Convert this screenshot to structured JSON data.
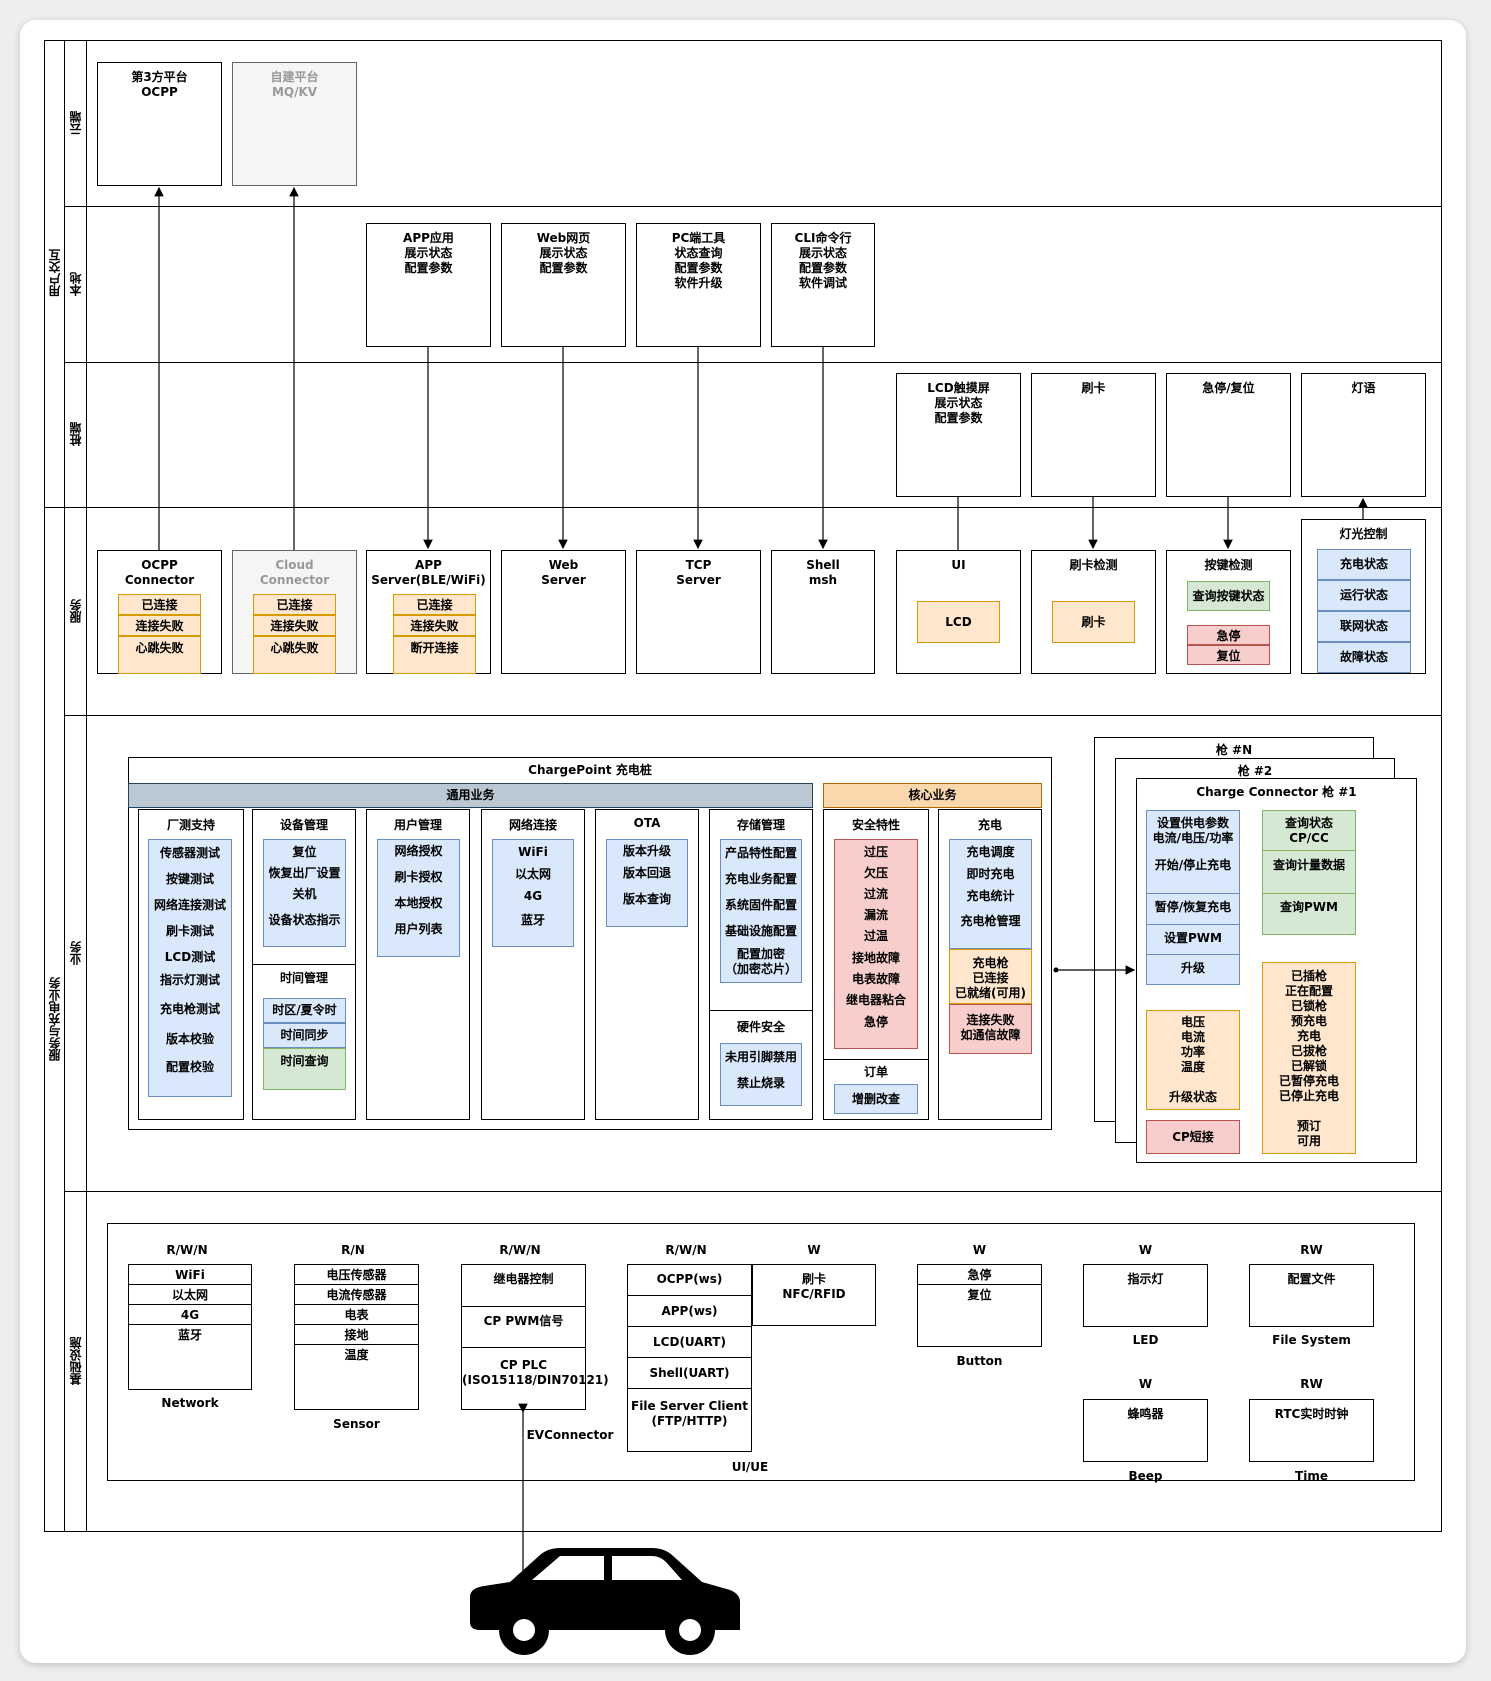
{
  "lanes": {
    "outer_top": "用户交互",
    "outer_bottom": "服务与充电业务",
    "cloud": "云端",
    "local": "本地",
    "pile": "桩端",
    "service": "服务",
    "business": "业务",
    "infra": "基础设施"
  },
  "cloud": {
    "ocpp": "第3方平台\nOCPP",
    "mqkv": "自建平台\nMQ/KV"
  },
  "local": {
    "app": "APP应用\n展示状态\n配置参数",
    "web": "Web网页\n展示状态\n配置参数",
    "pc": "PC端工具\n状态查询\n配置参数\n软件升级",
    "cli": "CLI命令行\n展示状态\n配置参数\n软件调试"
  },
  "pile": {
    "lcd": "LCD触摸屏\n展示状态\n配置参数",
    "card": "刷卡",
    "estop": "急停/复位",
    "light": "灯语"
  },
  "service": {
    "ocpp_conn": {
      "title": "OCPP\nConnector",
      "states": [
        "已连接",
        "连接失败",
        "心跳失败"
      ]
    },
    "cloud_conn": {
      "title": "Cloud\nConnector",
      "states": [
        "已连接",
        "连接失败",
        "心跳失败"
      ]
    },
    "app_server": {
      "title": "APP\nServer(BLE/WiFi)",
      "states": [
        "已连接",
        "连接失败",
        "断开连接"
      ]
    },
    "web_server": "Web\nServer",
    "tcp_server": "TCP\nServer",
    "shell": "Shell\nmsh",
    "ui": {
      "title": "UI",
      "item": "LCD"
    },
    "card_detect": {
      "title": "刷卡检测",
      "item": "刷卡"
    },
    "key_detect": {
      "title": "按键检测",
      "query": "查询按键状态",
      "items": [
        "急停",
        "复位"
      ]
    },
    "light_ctrl": {
      "title": "灯光控制",
      "items": [
        "充电状态",
        "运行状态",
        "联网状态",
        "故障状态"
      ]
    }
  },
  "chargepoint": {
    "title": "ChargePoint 充电桩",
    "general": "通用业务",
    "core": "核心业务",
    "factory": {
      "title": "厂测支持",
      "items": [
        "传感器测试",
        "按键测试",
        "网络连接测试",
        "刷卡测试",
        "LCD测试",
        "指示灯测试",
        "充电枪测试",
        "版本校验",
        "配置校验"
      ]
    },
    "device": {
      "title": "设备管理",
      "items": [
        "复位",
        "恢复出厂设置",
        "关机",
        "设备状态指示"
      ]
    },
    "time": {
      "title": "时间管理",
      "items": [
        "时区/夏令时",
        "时间同步",
        "时间查询"
      ]
    },
    "user": {
      "title": "用户管理",
      "items": [
        "网络授权",
        "刷卡授权",
        "本地授权",
        "用户列表"
      ]
    },
    "network": {
      "title": "网络连接",
      "items": [
        "WiFi",
        "以太网",
        "4G",
        "蓝牙"
      ]
    },
    "ota": {
      "title": "OTA",
      "items": [
        "版本升级",
        "版本回退",
        "版本查询"
      ]
    },
    "storage": {
      "title": "存储管理",
      "items": [
        "产品特性配置",
        "充电业务配置",
        "系统固件配置",
        "基础设施配置",
        "配置加密\n（加密芯片）"
      ]
    },
    "hwsec": {
      "title": "硬件安全",
      "items": [
        "未用引脚禁用",
        "禁止烧录"
      ]
    },
    "safety": {
      "title": "安全特性",
      "items": [
        "过压",
        "欠压",
        "过流",
        "漏流",
        "过温",
        "接地故障",
        "电表故障",
        "继电器粘合",
        "急停"
      ]
    },
    "order": {
      "title": "订单",
      "item": "增删改查"
    },
    "charge": {
      "title": "充电",
      "items": [
        "充电调度",
        "即时充电",
        "充电统计",
        "充电枪管理"
      ],
      "state1": "充电枪\n已连接\n已就绪(可用)",
      "state2": "连接失败\n如通信故障"
    }
  },
  "connector": {
    "gunN": "枪 #N",
    "gun2": "枪 #2",
    "title": "Charge Connector 枪 #1",
    "blue": [
      "设置供电参数\n电流/电压/功率",
      "开始/停止充电",
      "暂停/恢复充电",
      "设置PWM",
      "升级"
    ],
    "green": [
      "查询状态\nCP/CC",
      "查询计量数据",
      "查询PWM"
    ],
    "measure": "电压\n电流\n功率\n温度\n\n升级状态",
    "cp_short": "CP短接",
    "states": "已插枪\n正在配置\n已锁枪\n预充电\n充电\n已拔枪\n已解锁\n已暂停充电\n已停止充电\n\n预订\n可用"
  },
  "infra": {
    "network": {
      "mode": "R/W/N",
      "rows": [
        "WiFi",
        "以太网",
        "4G",
        "蓝牙"
      ],
      "caption": "Network"
    },
    "sensor": {
      "mode": "R/N",
      "rows": [
        "电压传感器",
        "电流传感器",
        "电表",
        "接地",
        "温度"
      ],
      "caption": "Sensor"
    },
    "ev": {
      "mode": "R/W/N",
      "rows": [
        "继电器控制",
        "CP PWM信号",
        "CP PLC\n(ISO15118/DIN70121)"
      ],
      "caption": "EVConnector"
    },
    "uiue": {
      "mode": "R/W/N",
      "rows": [
        "OCPP(ws)",
        "APP(ws)",
        "LCD(UART)",
        "Shell(UART)",
        "File Server Client\n(FTP/HTTP)"
      ],
      "caption": "UI/UE"
    },
    "nfc": {
      "mode": "W",
      "text": "刷卡\nNFC/RFID"
    },
    "button": {
      "mode": "W",
      "rows": [
        "急停",
        "复位"
      ],
      "caption": "Button"
    },
    "led": {
      "mode": "W",
      "text": "指示灯",
      "caption": "LED"
    },
    "fs": {
      "mode": "RW",
      "text": "配置文件",
      "caption": "File System"
    },
    "beep": {
      "mode": "W",
      "text": "蜂鸣器",
      "caption": "Beep"
    },
    "rtc": {
      "mode": "RW",
      "text": "RTC实时时钟",
      "caption": "Time"
    }
  },
  "colors": {
    "orange": "#ffe6cc",
    "blue": "#dae8fc",
    "green": "#d5e8d4",
    "red": "#f8cecc",
    "header_gray": "#bac8d3"
  }
}
